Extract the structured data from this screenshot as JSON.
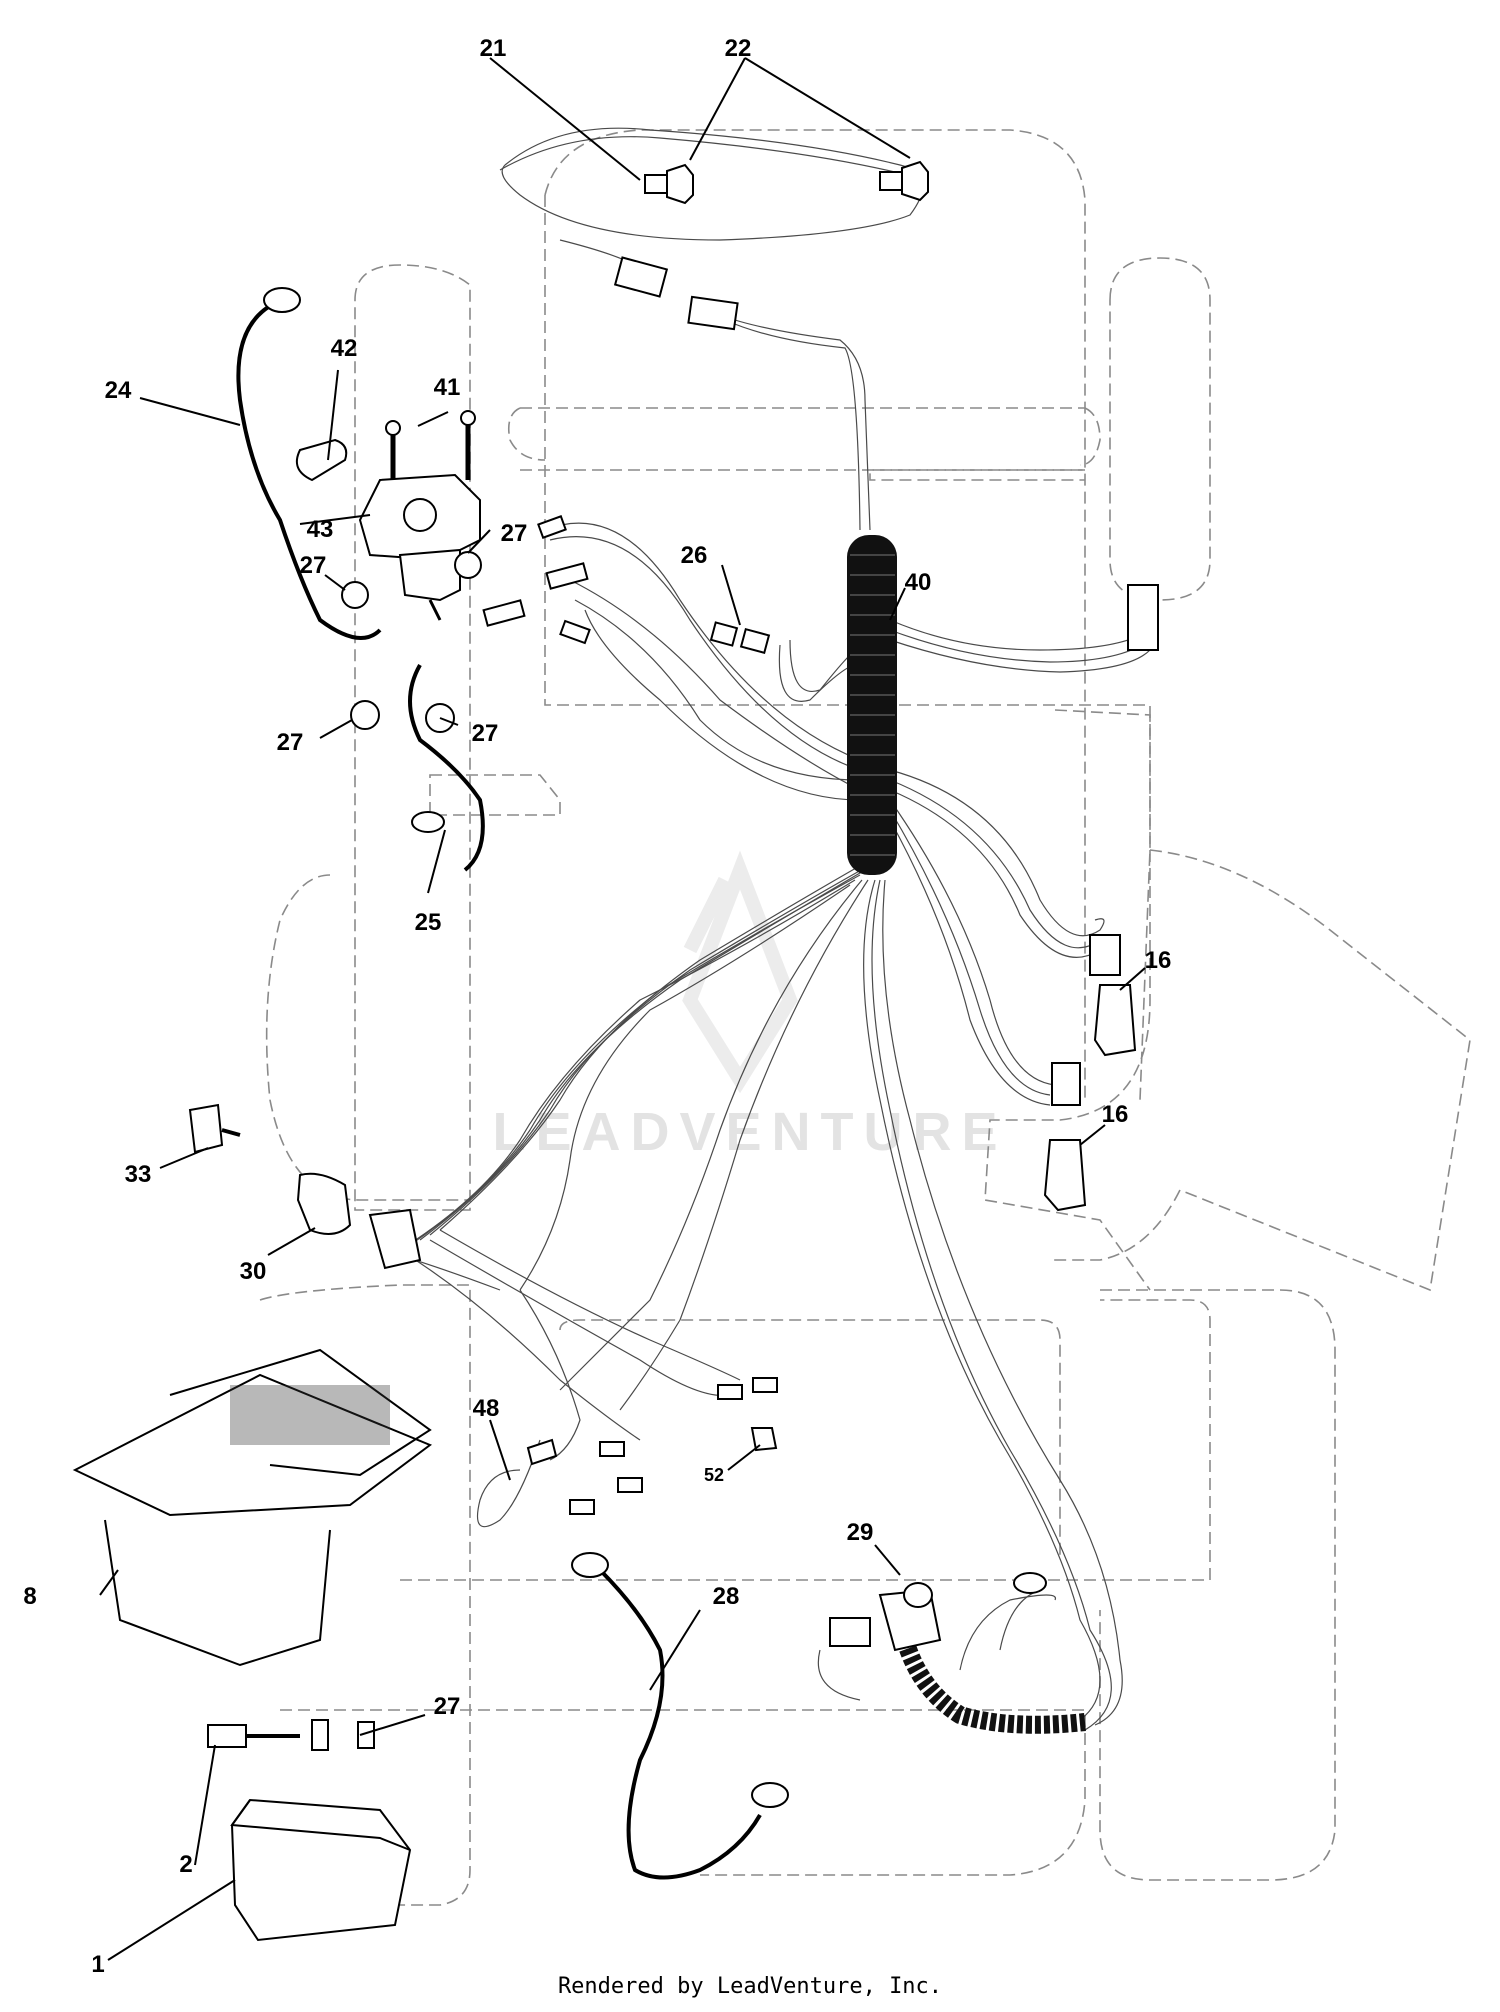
{
  "watermark": "LEADVENTURE",
  "footer": "Rendered by LeadVenture, Inc.",
  "callouts": [
    {
      "id": "c1",
      "text": "1"
    },
    {
      "id": "c2",
      "text": "2"
    },
    {
      "id": "c8",
      "text": "8"
    },
    {
      "id": "c16a",
      "text": "16"
    },
    {
      "id": "c16b",
      "text": "16"
    },
    {
      "id": "c21",
      "text": "21"
    },
    {
      "id": "c22",
      "text": "22"
    },
    {
      "id": "c24",
      "text": "24"
    },
    {
      "id": "c25",
      "text": "25"
    },
    {
      "id": "c26",
      "text": "26"
    },
    {
      "id": "c27a",
      "text": "27"
    },
    {
      "id": "c27b",
      "text": "27"
    },
    {
      "id": "c27c",
      "text": "27"
    },
    {
      "id": "c27d",
      "text": "27"
    },
    {
      "id": "c27e",
      "text": "27"
    },
    {
      "id": "c28",
      "text": "28"
    },
    {
      "id": "c29",
      "text": "29"
    },
    {
      "id": "c30",
      "text": "30"
    },
    {
      "id": "c33",
      "text": "33"
    },
    {
      "id": "c40",
      "text": "40"
    },
    {
      "id": "c41",
      "text": "41"
    },
    {
      "id": "c42",
      "text": "42"
    },
    {
      "id": "c43",
      "text": "43"
    },
    {
      "id": "c48",
      "text": "48"
    },
    {
      "id": "c52",
      "text": "52"
    }
  ]
}
